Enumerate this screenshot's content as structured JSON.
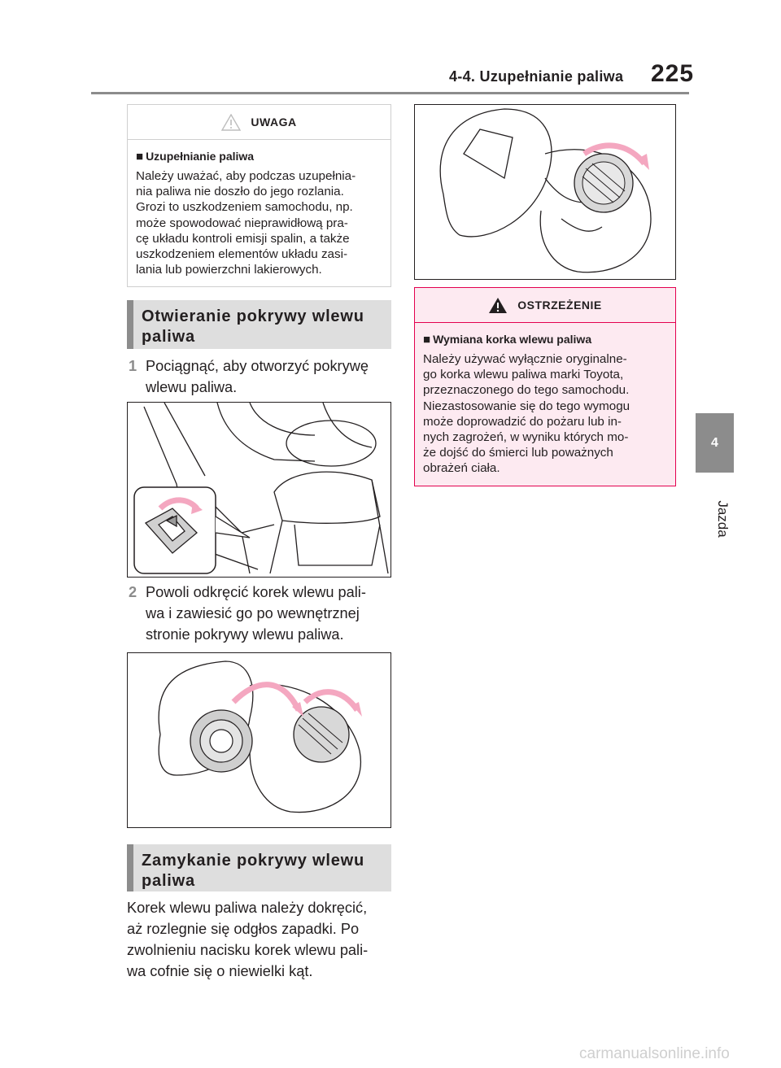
{
  "header": {
    "section": "4-4. Uzupełnianie paliwa",
    "page_number": "225"
  },
  "side_tab": {
    "number": "4",
    "label": "Jazda"
  },
  "caution": {
    "title": "UWAGA",
    "subtitle": "Uzupełnianie paliwa",
    "bullet": "■",
    "lines": [
      "Należy uważać, aby podczas uzupełnia-",
      "nia paliwa nie doszło do jego rozlania.",
      "Grozi to uszkodzeniem samochodu, np.",
      "może spowodować nieprawidłową pra-",
      "cę układu kontroli emisji spalin, a także",
      "uszkodzeniem elementów układu zasi-",
      "lania lub powierzchni lakierowych."
    ]
  },
  "section1": {
    "line1": "Otwieranie pokrywy wlewu",
    "line2": "paliwa"
  },
  "step1": {
    "number": "1",
    "line1": "Pociągnąć, aby otworzyć pokrywę",
    "line2": "wlewu paliwa."
  },
  "step2": {
    "number": "2",
    "line1": "Powoli odkręcić korek wlewu pali-",
    "line2": "wa i zawiesić go po wewnętrznej",
    "line3": "stronie pokrywy wlewu paliwa."
  },
  "section2": {
    "line1": "Zamykanie pokrywy wlewu",
    "line2": "paliwa"
  },
  "closing_paragraph": {
    "lines": [
      "Korek wlewu paliwa należy dokręcić,",
      "aż rozlegnie się odgłos zapadki. Po",
      "zwolnieniu nacisku korek wlewu pali-",
      "wa cofnie się o niewielki kąt."
    ]
  },
  "warning": {
    "title": "OSTRZEŻENIE",
    "subtitle": "Wymiana korka wlewu paliwa",
    "bullet": "■",
    "lines": [
      "Należy używać wyłącznie oryginalne-",
      "go korka wlewu paliwa marki Toyota,",
      "przeznaczonego do tego samochodu.",
      "Niezastosowanie się do tego wymogu",
      "może doprowadzić do pożaru lub in-",
      "nych zagrożeń, w wyniku których mo-",
      "że dojść do śmierci lub poważnych",
      "obrażeń ciała."
    ]
  },
  "watermark": "carmanualsonline.info",
  "colors": {
    "accent_gray": "#8c8c8c",
    "warning_border": "#e3004f",
    "warning_bg": "#fdeaf1",
    "arrow_pink": "#f4a7c0"
  },
  "icons": {
    "caution": "warning-triangle-outline-icon",
    "warning": "warning-triangle-filled-icon"
  }
}
